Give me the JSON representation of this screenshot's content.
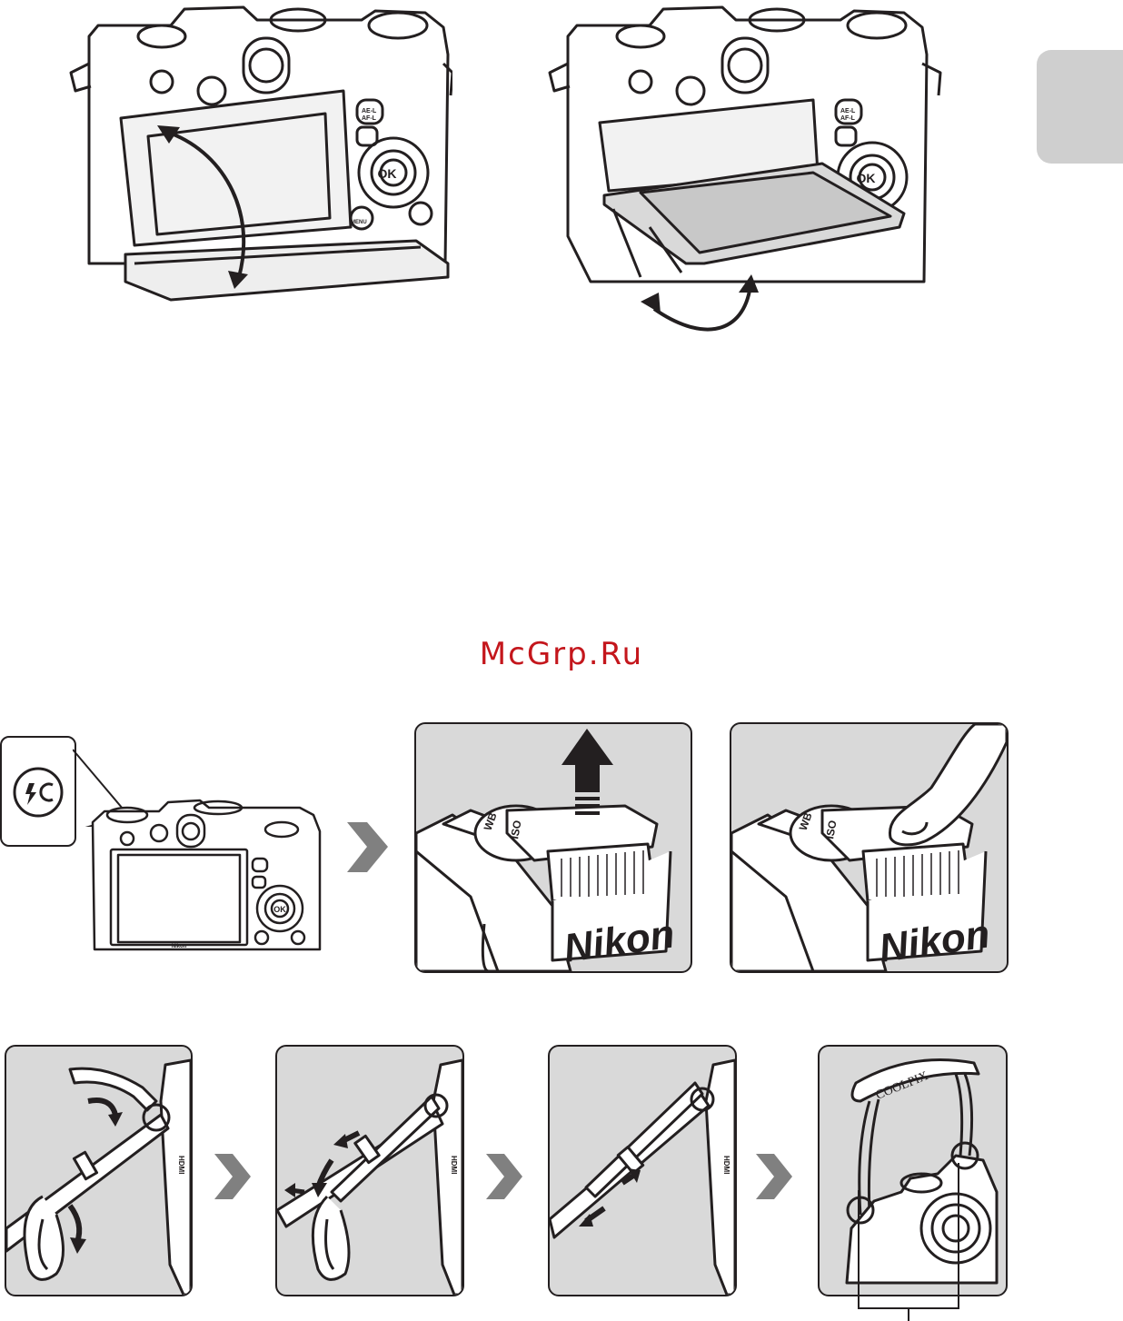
{
  "watermark": "McGrp.Ru",
  "camera_labels": {
    "ok": "OK",
    "menu": "MENU",
    "ael": "AE-L",
    "afl": "AF-L",
    "af": "AF",
    "wb": "WB",
    "iso": "ISO",
    "brand_large_1": "Nikon",
    "brand_large_2": "Nikon",
    "brand_small": "Nikon",
    "strap_brand": "COOLPIX",
    "hdmi_1": "HDMI",
    "hdmi_2": "HDMI",
    "hdmi_3": "HDMI"
  },
  "colors": {
    "line": "#231f20",
    "panel_bg": "#d9d9d9",
    "tab_grey": "#cfcfcf",
    "step_arrow_grey": "#808080",
    "watermark_red": "#c4161c"
  },
  "icons": {
    "flash_button": "flash-pop-up-icon",
    "step_arrow": "chevron-right-icon"
  }
}
